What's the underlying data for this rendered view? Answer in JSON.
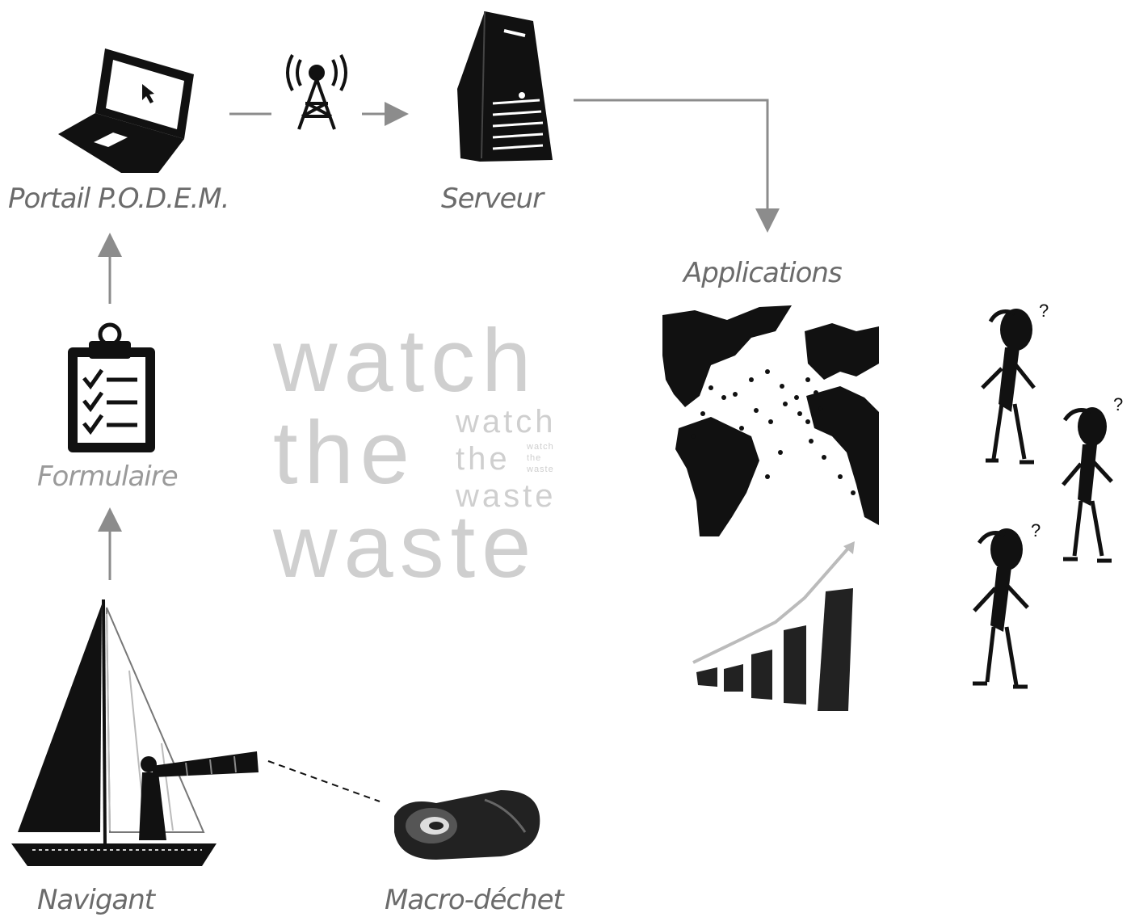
{
  "labels": {
    "portal": "Portail P.O.D.E.M.",
    "server": "Serveur",
    "applications": "Applications",
    "form": "Formulaire",
    "navigator": "Navigant",
    "debris": "Macro-déchet"
  },
  "watermark": {
    "large": [
      "watch",
      "the",
      "waste"
    ],
    "medium": [
      "watch",
      "the",
      "waste"
    ],
    "small": [
      "watch",
      "the",
      "waste"
    ]
  },
  "icons": {
    "laptop": "laptop-icon",
    "antenna": "radio-tower-icon",
    "server": "server-tower-icon",
    "clipboard": "checklist-clipboard-icon",
    "sailboat": "sailboat-with-telescope-icon",
    "debris": "crushed-can-icon",
    "map": "world-map-icon",
    "chart": "growth-bar-chart-icon",
    "people": "puzzled-people-icon"
  },
  "colors": {
    "arrow": "#8c8c8c",
    "icon": "#111111",
    "watermark": "#cfcfcf",
    "label": "#6b6b6b"
  }
}
